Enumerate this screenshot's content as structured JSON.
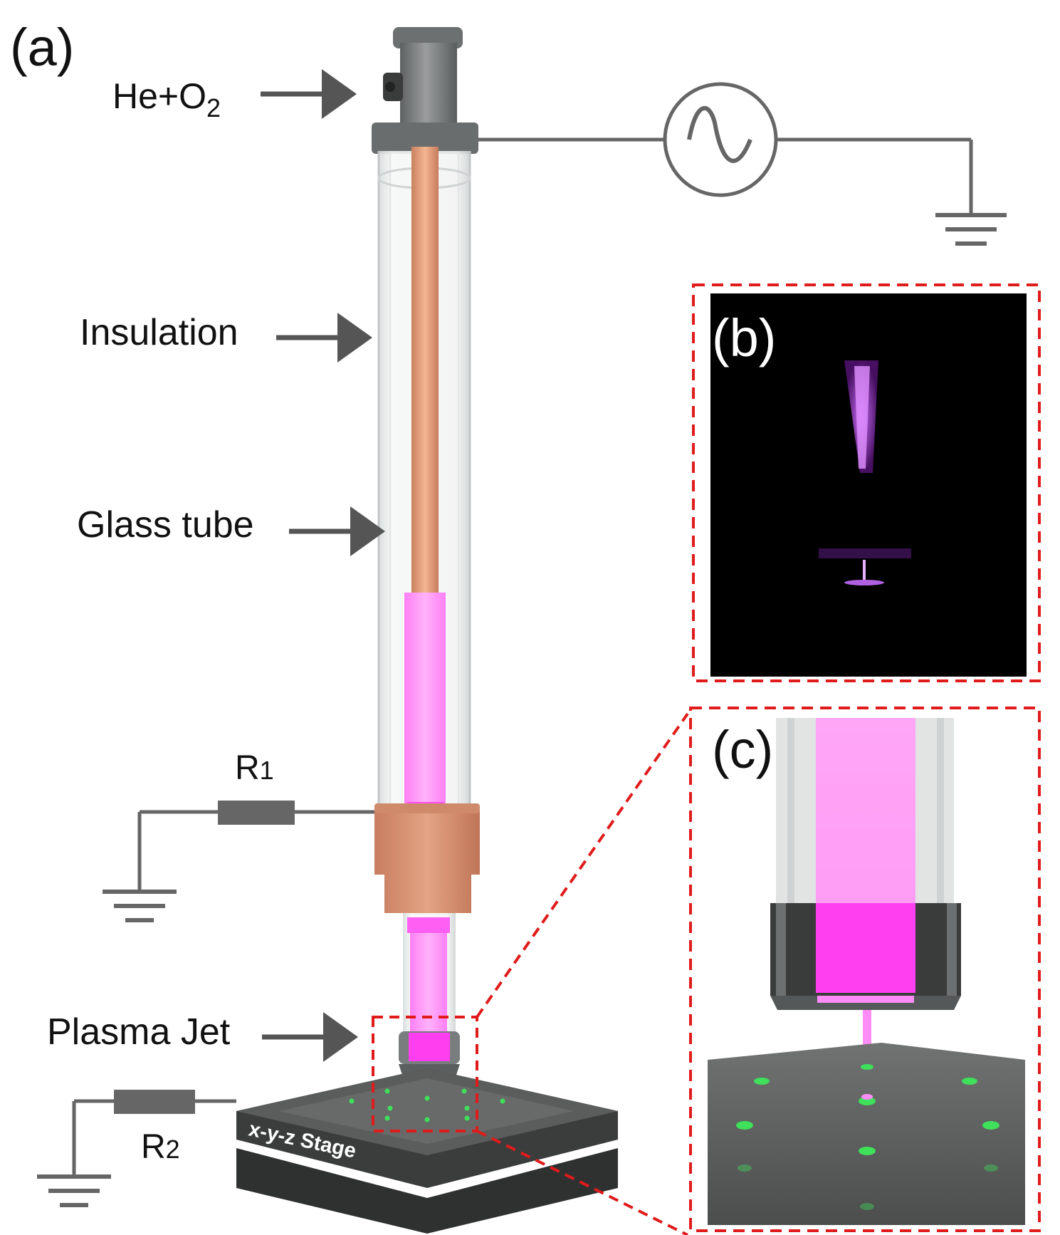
{
  "panels": {
    "a": "(a)",
    "b": "(b)",
    "c": "(c)"
  },
  "labels": {
    "gas": "He+O",
    "gas_sub": "2",
    "insulation": "Insulation",
    "glass_tube": "Glass tube",
    "plasma_jet": "Plasma Jet",
    "r1": "R",
    "r1_sub": "1",
    "r2": "R",
    "r2_sub": "2",
    "stage": "x-y-z Stage"
  },
  "colors": {
    "wire": "#666666",
    "arrow": "#555555",
    "electrode": "#d99072",
    "plasma": "#ff8cf7",
    "plasma_core": "#ff40f0",
    "dashed_box": "#e01b1b",
    "stage_top": "#5a5d5b",
    "stage_side": "#3b3d3c",
    "marker": "#3fe05a",
    "photo_bg": "#000000"
  },
  "icons": {
    "ac_source": "ac-source-icon",
    "ground": "ground-icon",
    "resistor": "resistor-icon"
  }
}
